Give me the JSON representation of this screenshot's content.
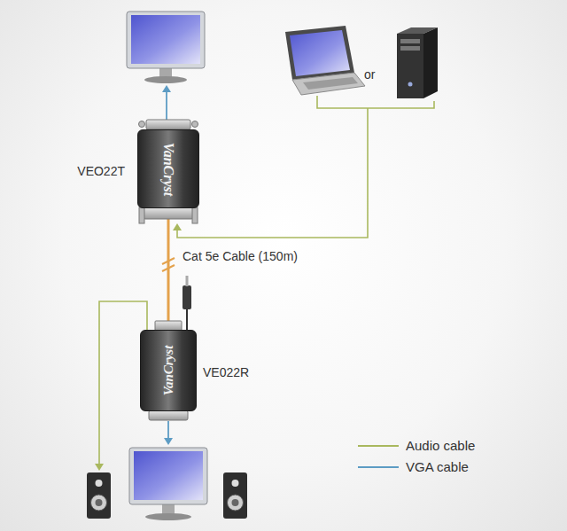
{
  "diagram": {
    "nodes": [
      {
        "text": [
          "VEO22T",
          "VanCryst"
        ]
      },
      {
        "text": [
          "VE022R",
          "VanCryst"
        ]
      }
    ],
    "edges": [
      {
        "from": 0,
        "to": 1,
        "label": "Cat 5e Cable (150m)",
        "arrow": "none"
      }
    ],
    "labels": [
      "or"
    ],
    "legend": [
      {
        "text": "Audio cable"
      },
      {
        "text": "VGA cable"
      }
    ]
  }
}
